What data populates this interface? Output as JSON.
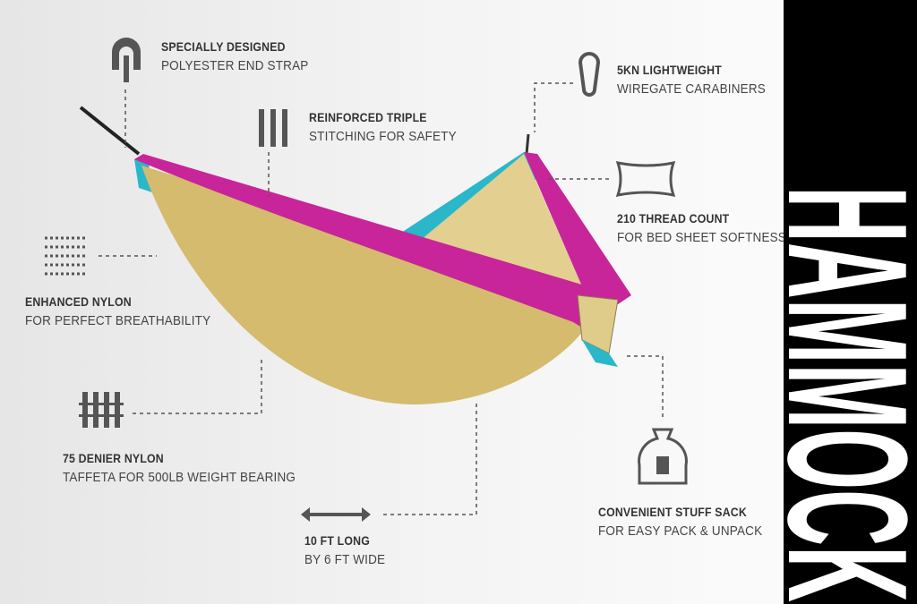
{
  "title": "HAMMOCK",
  "features": [
    {
      "heading": "SPECIALLY DESIGNED",
      "sub": "POLYESTER END STRAP",
      "icon": "strap-icon"
    },
    {
      "heading": "REINFORCED TRIPLE",
      "sub": "STITCHING FOR SAFETY",
      "icon": "triple-stitch-icon"
    },
    {
      "heading": "5KN LIGHTWEIGHT",
      "sub": "WIREGATE CARABINERS",
      "icon": "carabiner-icon"
    },
    {
      "heading": "210 THREAD COUNT",
      "sub": "FOR BED SHEET SOFTNESS",
      "icon": "pillow-icon"
    },
    {
      "heading": "ENHANCED NYLON",
      "sub": "FOR PERFECT BREATHABILITY",
      "icon": "mesh-icon"
    },
    {
      "heading": "75 DENIER NYLON",
      "sub": "TAFFETA FOR 500LB WEIGHT BEARING",
      "icon": "weave-icon"
    },
    {
      "heading": "10 FT LONG",
      "sub": "BY 6 FT WIDE",
      "icon": "double-arrow-icon"
    },
    {
      "heading": "CONVENIENT STUFF SACK",
      "sub": "FOR EASY PACK & UNPACK",
      "icon": "stuff-sack-icon"
    }
  ],
  "colors": {
    "body": "#d9c27a",
    "trim": "#c8259a",
    "accent": "#2ab7c9",
    "band": "#000000"
  }
}
